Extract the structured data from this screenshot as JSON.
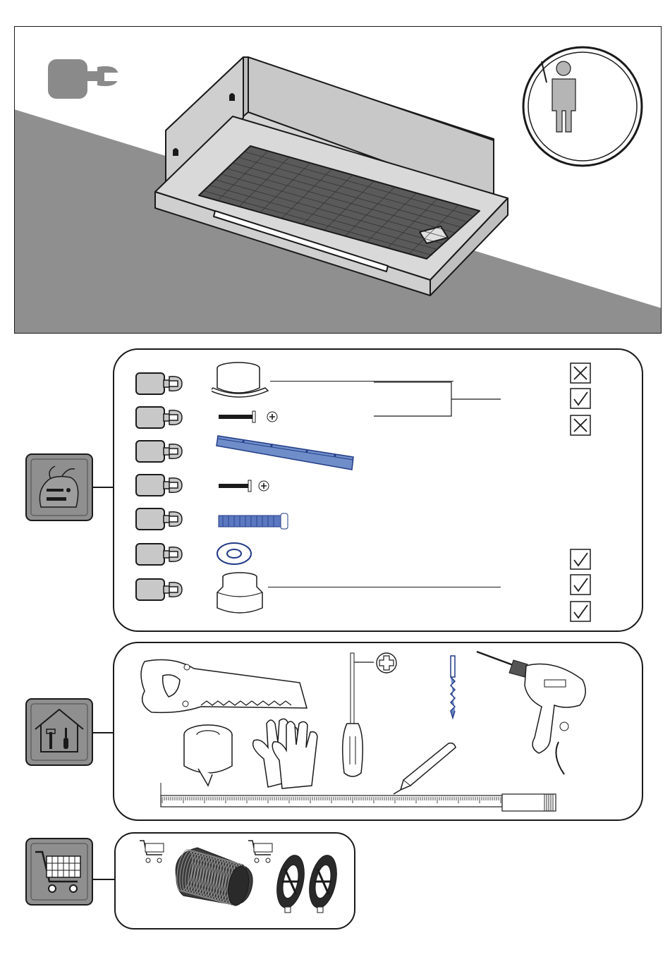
{
  "hero": {
    "hood_icon": "range-hood-slide-out",
    "installer_icon": "installer-person-icon",
    "tool_icon": "wrench-icon"
  },
  "parts_section": {
    "category_icon": "parts-bag-icon",
    "items": [
      {
        "icon": "duct-collar-flange-icon",
        "tag_icon": "part-tag-icon"
      },
      {
        "icon": "screw-long-icon",
        "tag_icon": "part-tag-icon"
      },
      {
        "icon": "mounting-rail-icon",
        "tag_icon": "part-tag-icon"
      },
      {
        "icon": "screw-short-icon",
        "tag_icon": "part-tag-icon"
      },
      {
        "icon": "wall-plug-icon",
        "tag_icon": "part-tag-icon"
      },
      {
        "icon": "washer-icon",
        "tag_icon": "part-tag-icon"
      },
      {
        "icon": "duct-reducer-icon",
        "tag_icon": "part-tag-icon"
      }
    ],
    "checkboxes": [
      {
        "state": "cross"
      },
      {
        "state": "check"
      },
      {
        "state": "cross"
      },
      {
        "state": "check"
      },
      {
        "state": "check"
      },
      {
        "state": "check"
      }
    ]
  },
  "tools_section": {
    "category_icon": "house-tools-icon",
    "tools": [
      "saw-icon",
      "screwdriver-icon",
      "phillips-head-icon",
      "drill-bit-icon",
      "electric-drill-icon",
      "adhesive-tape-icon",
      "gloves-icon",
      "pencil-icon",
      "measuring-tape-icon"
    ]
  },
  "optional_section": {
    "category_icon": "shopping-cart-icon",
    "items": [
      "flexible-duct-hose-icon",
      "carbon-filter-icon"
    ],
    "cart_icon": "cart-small-icon"
  }
}
